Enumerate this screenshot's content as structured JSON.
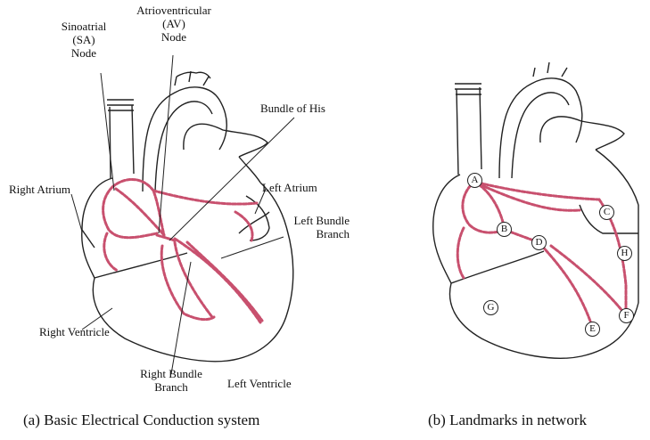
{
  "figure_a": {
    "labels": {
      "sa_node": [
        "Sinoatrial",
        "(SA)",
        "Node"
      ],
      "av_node": [
        "Atrioventricular",
        "(AV)",
        "Node"
      ],
      "bundle_of_his": "Bundle of His",
      "right_atrium": "Right Atrium",
      "left_atrium": "Left Atrium",
      "left_bundle_branch": [
        "Left Bundle",
        "Branch"
      ],
      "right_ventricle": "Right Ventricle",
      "right_bundle_branch": [
        "Right Bundle",
        "Branch"
      ],
      "left_ventricle": "Left Ventricle"
    },
    "caption": "(a)  Basic Electrical Conduction system"
  },
  "figure_b": {
    "landmarks": [
      "A",
      "B",
      "C",
      "D",
      "E",
      "F",
      "G",
      "H"
    ],
    "caption": "(b)  Landmarks in network"
  },
  "colors": {
    "conduction": "#c8506e",
    "outline": "#222222"
  }
}
